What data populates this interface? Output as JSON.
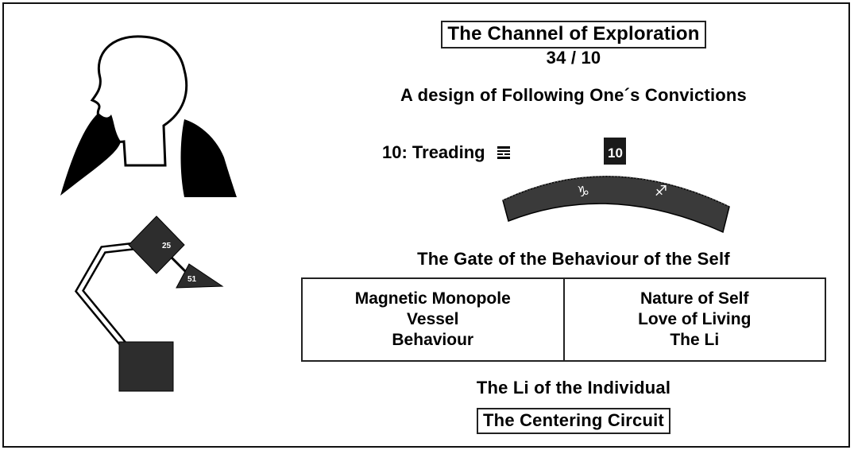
{
  "channel": {
    "title": "The Channel of Exploration",
    "gates": "34 / 10",
    "design": "A design of Following One´s Convictions"
  },
  "gate_wheel": {
    "gate_label": "10: Treading",
    "hexagram_icon": "trigram-icon",
    "highlight_gate": "10",
    "signs": [
      "capricorn-glyph",
      "sagittarius-glyph"
    ]
  },
  "body_graph": {
    "diamond_gate": "25",
    "triangle_gate": "51"
  },
  "gate": {
    "name": "The Gate of the Behaviour of the Self"
  },
  "keynotes": {
    "left": [
      "Magnetic Monopole",
      "Vessel",
      "Behaviour"
    ],
    "right": [
      "Nature of Self",
      "Love of Living",
      "The Li"
    ]
  },
  "footer": {
    "individual": "The Li of the Individual",
    "circuit": "The Centering Circuit"
  },
  "colors": {
    "ink": "#000000",
    "center_fill": "#2a2a2a",
    "wheel_fill": "#3a3a3a"
  }
}
